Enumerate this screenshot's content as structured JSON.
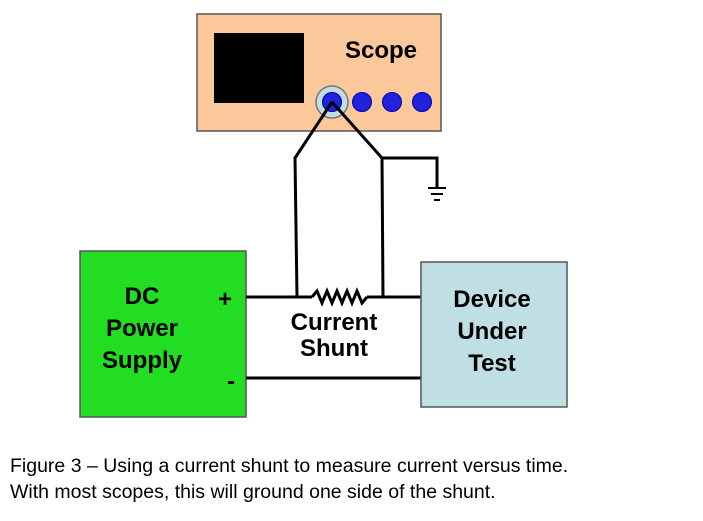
{
  "scope": {
    "label": "Scope",
    "body_color": "#FBC89B",
    "screen_color": "#000000",
    "knob_color": "#2222DD"
  },
  "power_supply": {
    "lines": [
      "DC",
      "Power",
      "Supply"
    ],
    "plus": "+",
    "minus": "-",
    "color": "#22DD22"
  },
  "shunt": {
    "lines": [
      "Current",
      "Shunt"
    ]
  },
  "dut": {
    "lines": [
      "Device",
      "Under",
      "Test"
    ],
    "color": "#BFDFE4"
  },
  "caption": {
    "line1": "Figure 3 – Using a current shunt to measure current versus time.",
    "line2": "With most scopes, this will ground one side of the shunt."
  }
}
